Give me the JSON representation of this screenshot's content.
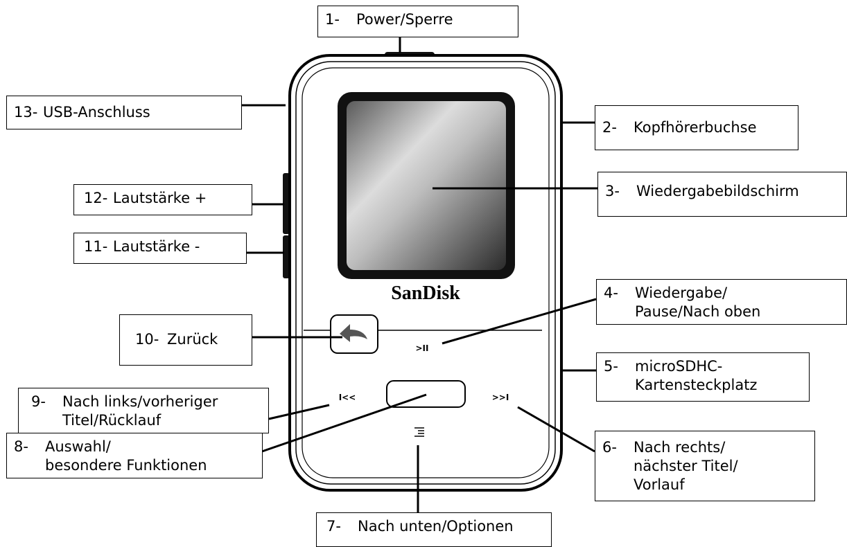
{
  "device": {
    "brand": "SanDisk",
    "play_pause_glyph": ">II",
    "prev_glyph": "I<<",
    "next_glyph": ">>I",
    "menu_icon": "menu-lines-icon",
    "back_icon": "back-arrow-icon"
  },
  "callouts": {
    "c1": {
      "num": "1-",
      "lines": [
        "Power/Sperre"
      ]
    },
    "c2": {
      "num": "2-",
      "lines": [
        "Kopfhörerbuchse"
      ]
    },
    "c3": {
      "num": "3-",
      "lines": [
        "Wiedergabebildschirm"
      ]
    },
    "c4": {
      "num": "4-",
      "lines": [
        "Wiedergabe/",
        "Pause/Nach oben"
      ]
    },
    "c5": {
      "num": "5-",
      "lines": [
        "microSDHC-",
        "Kartensteckplatz"
      ]
    },
    "c6": {
      "num": "6-",
      "lines": [
        "Nach rechts/",
        "nächster Titel/",
        "Vorlauf"
      ]
    },
    "c7": {
      "num": "7-",
      "lines": [
        "Nach unten/Optionen"
      ]
    },
    "c8": {
      "num": "8-",
      "lines": [
        "Auswahl/",
        "besondere Funktionen"
      ]
    },
    "c9": {
      "num": "9-",
      "lines": [
        "Nach links/vorheriger",
        "Titel/Rücklauf"
      ]
    },
    "c10": {
      "num": "10-",
      "lines": [
        "Zurück"
      ]
    },
    "c11": {
      "num": "11-",
      "lines": [
        "Lautstärke -"
      ]
    },
    "c12": {
      "num": "12-",
      "lines": [
        "Lautstärke +"
      ]
    },
    "c13": {
      "num": "13-",
      "lines": [
        "USB-Anschluss"
      ]
    }
  }
}
